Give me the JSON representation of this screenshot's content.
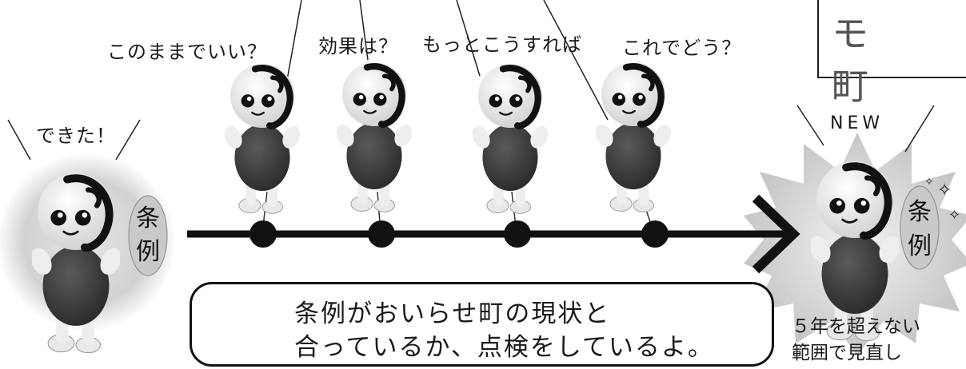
{
  "stages": {
    "start": "できた！",
    "q1": "このままでいい？",
    "q2": "効果は？",
    "q3": "もっとこうすれば",
    "q4": "これでどう？",
    "new": "NEW"
  },
  "badge_text_left": [
    "条",
    "例"
  ],
  "badge_text_right": [
    "条",
    "例"
  ],
  "speech": {
    "line1": "条例がおいらせ町の現状と",
    "line2": "合っているか、点検をしているよ。"
  },
  "review_note": {
    "line1": "５年を超えない",
    "line2": "範囲で見直し"
  },
  "title_fragment": "モ 町",
  "colors": {
    "ink": "#111111",
    "mascot_body": "#3a3a3a",
    "mascot_head": "#f2f2f2",
    "glow": "#d8d8d8",
    "burst": "#cfcfcf"
  }
}
